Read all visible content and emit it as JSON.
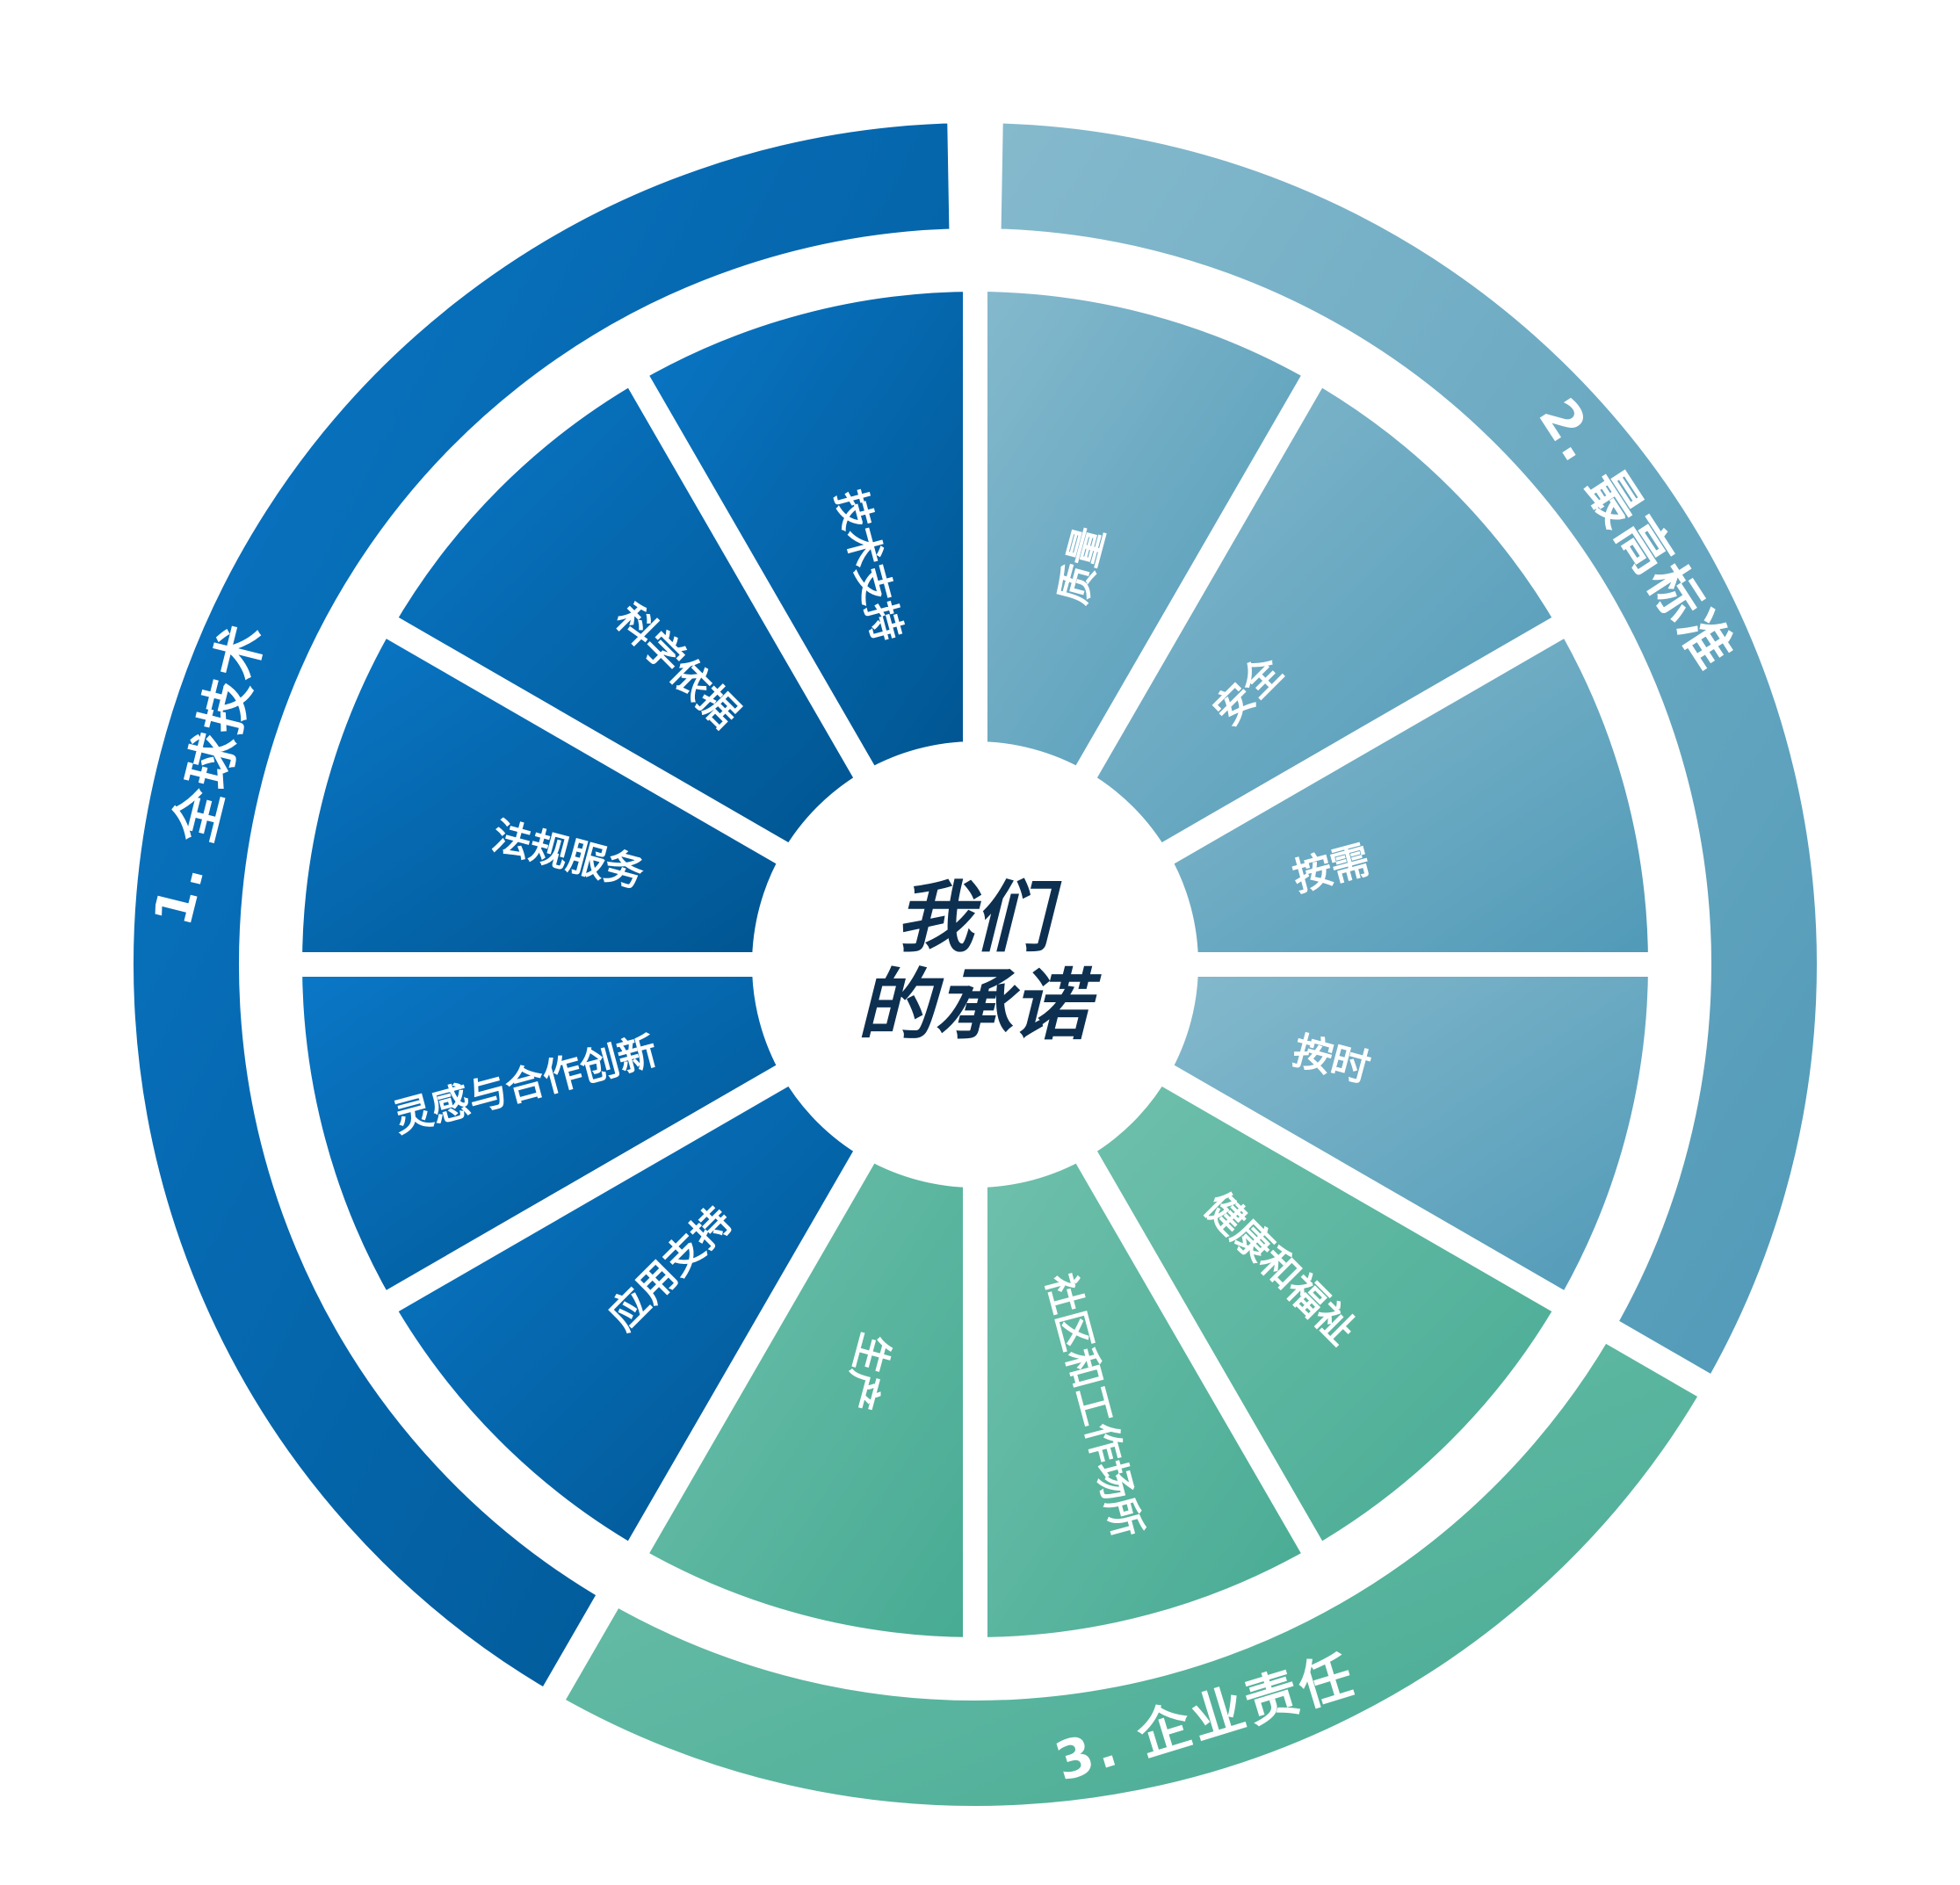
{
  "center": {
    "title_line1": "我们",
    "title_line2": "的承诺",
    "color": "#0d3050"
  },
  "sections": [
    {
      "label": "1. 全球技术",
      "colors": [
        "#0a78c8",
        "#00548f"
      ],
      "items": [
        "技术支持",
        "科学依据",
        "法规服务",
        "灵感与合作创新",
        "应用支持"
      ]
    },
    {
      "label": "2. 最高标准",
      "colors": [
        "#86bacd",
        "#4f99b7"
      ],
      "items": [
        "质量",
        "安全",
        "按需",
        "按时"
      ]
    },
    {
      "label": "3. 企业责任",
      "colors": [
        "#70c1ad",
        "#46aa92"
      ],
      "items": [
        "健康和福祉",
        "社区和工作场所",
        "生产"
      ]
    }
  ]
}
